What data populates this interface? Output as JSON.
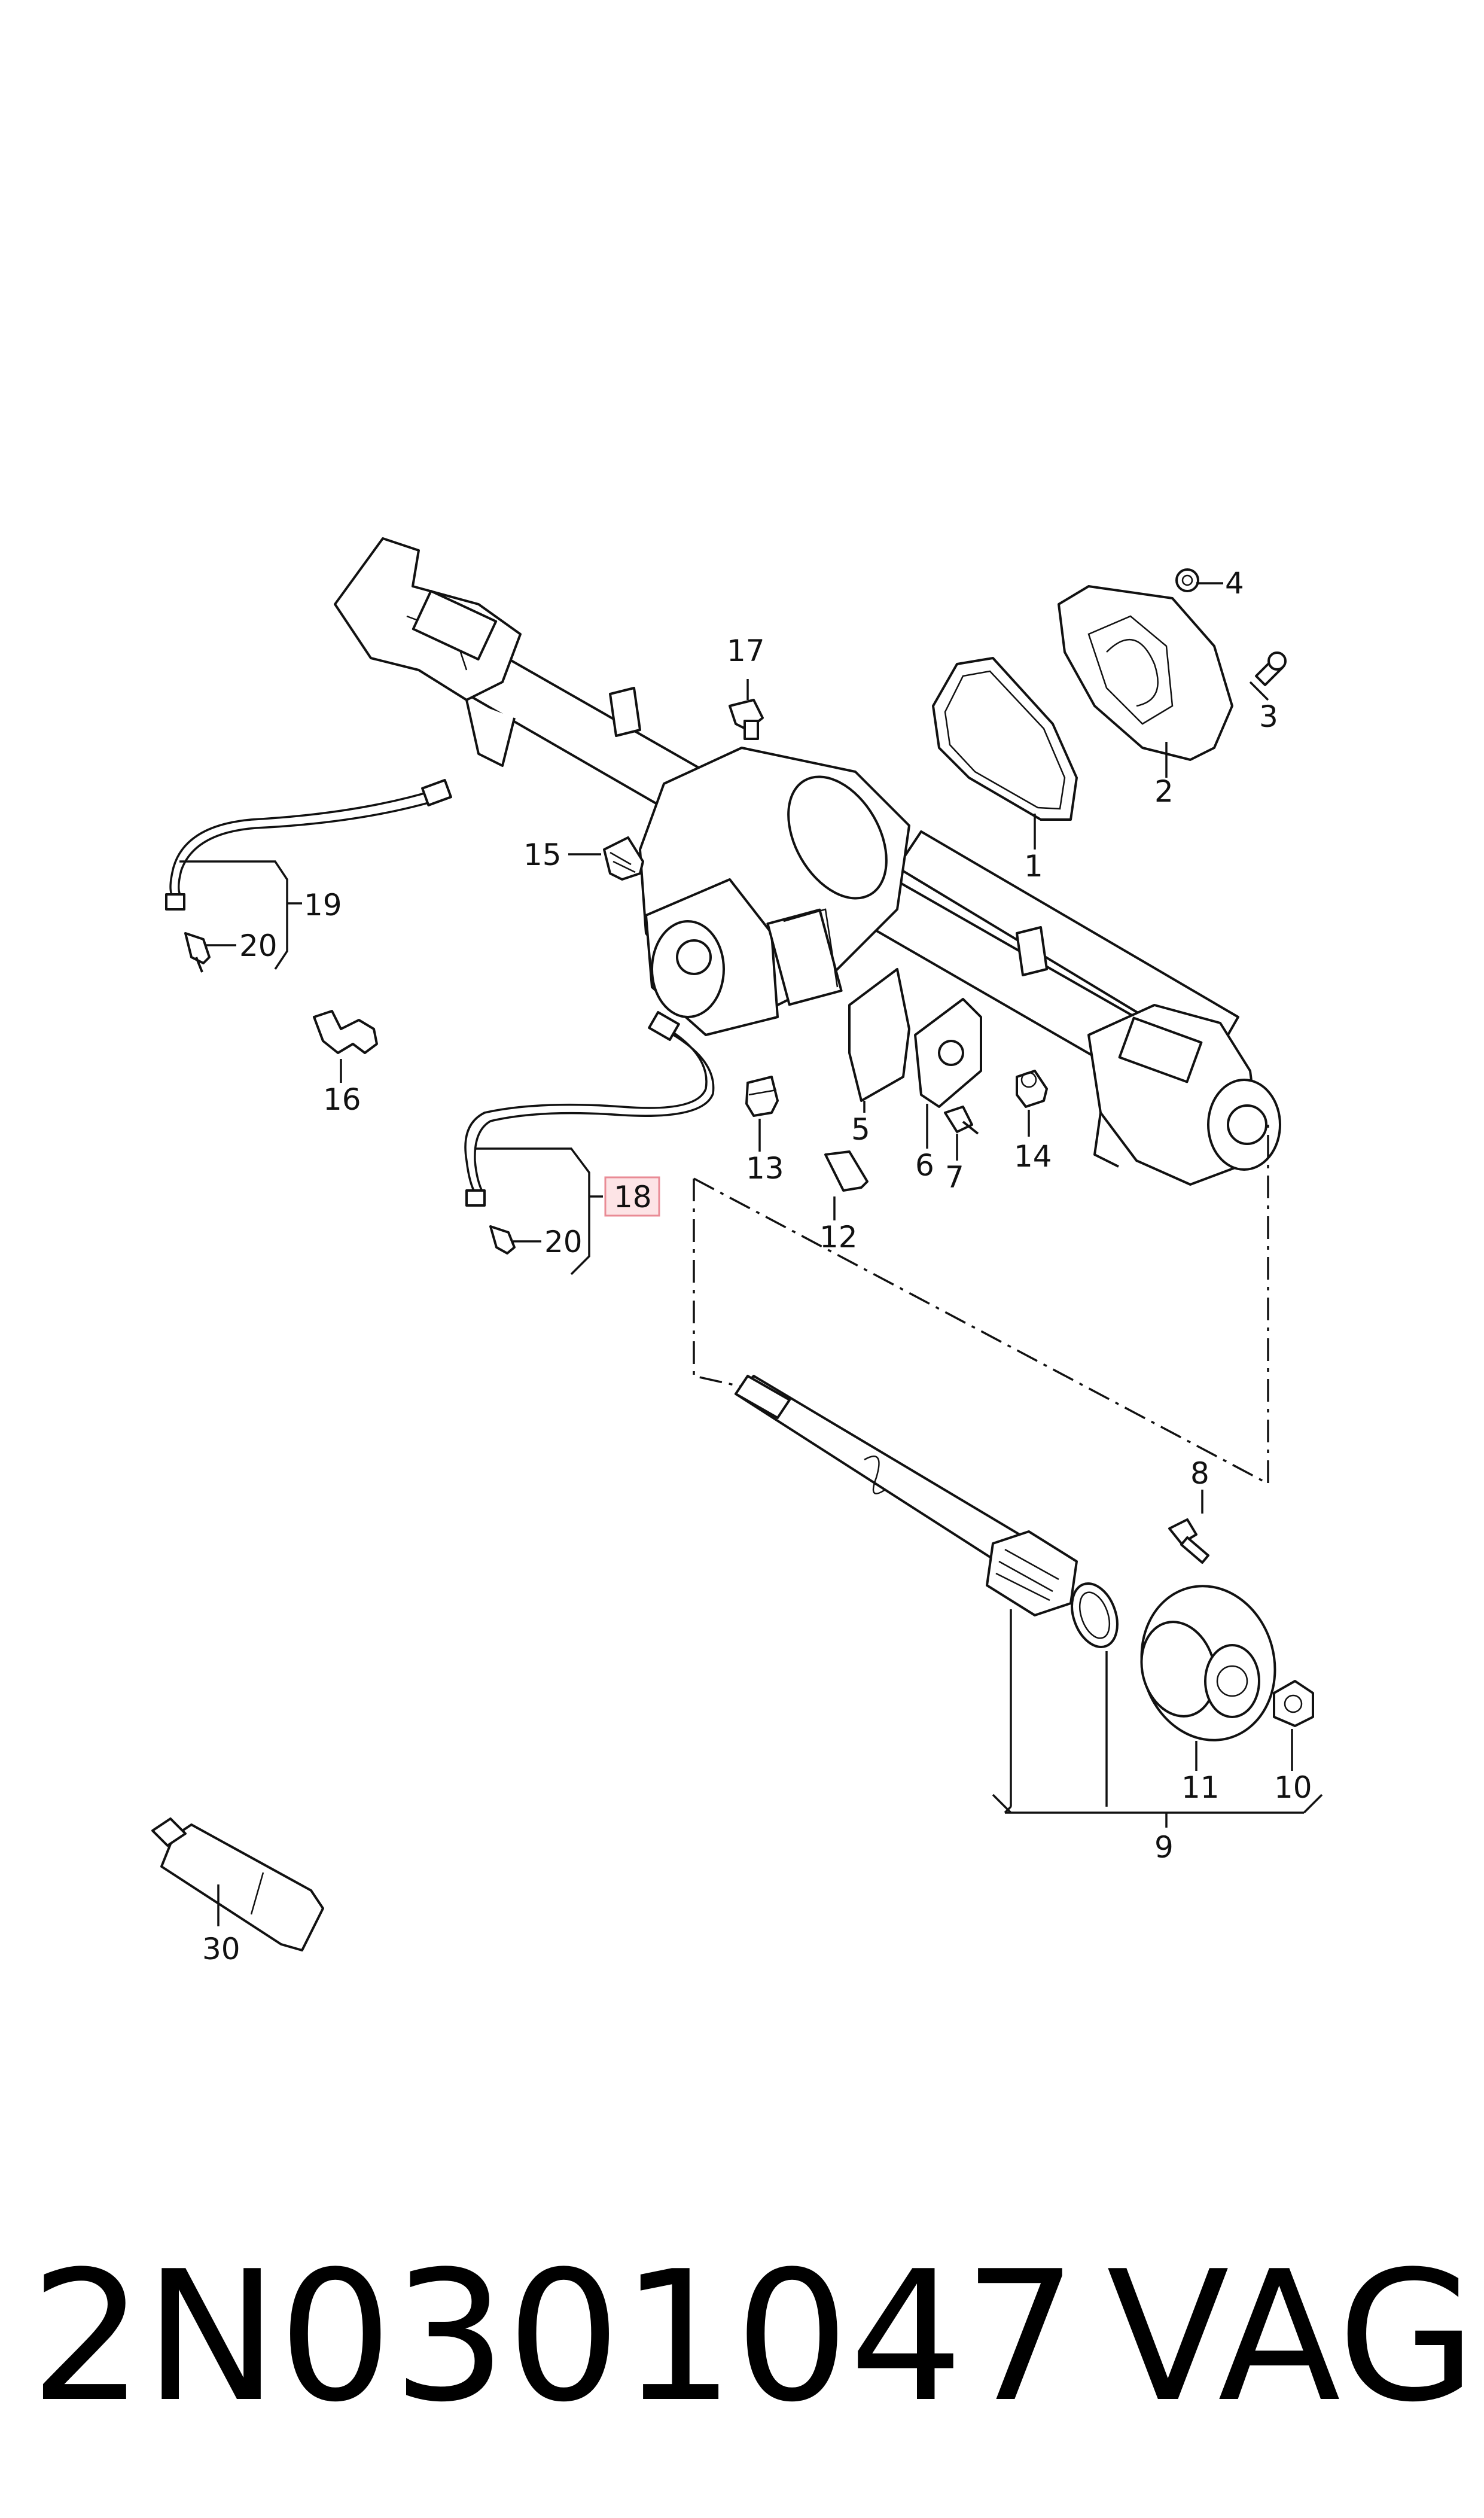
{
  "diagram": {
    "callouts": [
      "1",
      "2",
      "3",
      "4",
      "5",
      "6",
      "7",
      "8",
      "9",
      "10",
      "11",
      "12",
      "13",
      "14",
      "15",
      "16",
      "17",
      "18",
      "19",
      "20",
      "20",
      "30"
    ],
    "highlighted": "18",
    "highlight_color": "#fde4e6"
  },
  "footer": {
    "part_number": "2N0301047",
    "brand": "VAG"
  }
}
